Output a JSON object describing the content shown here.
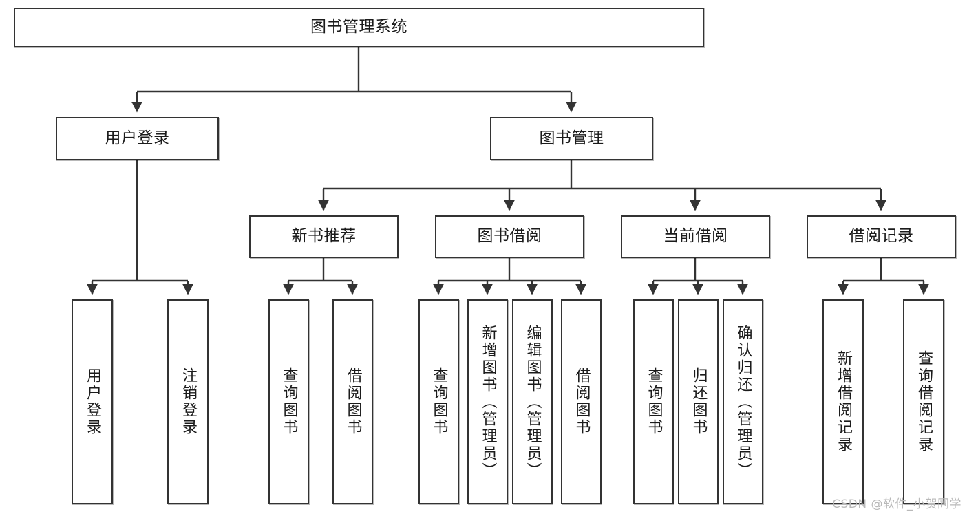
{
  "diagram": {
    "title": "图书管理系统",
    "type": "tree-hierarchy",
    "root": {
      "label": "图书管理系统"
    },
    "level2": [
      {
        "label": "用户登录"
      },
      {
        "label": "图书管理"
      }
    ],
    "level3": [
      {
        "label": "新书推荐"
      },
      {
        "label": "图书借阅"
      },
      {
        "label": "当前借阅"
      },
      {
        "label": "借阅记录"
      }
    ],
    "leaves": [
      {
        "label": "用户登录",
        "parent": "用户登录"
      },
      {
        "label": "注销登录",
        "parent": "用户登录"
      },
      {
        "label": "查询图书",
        "parent": "新书推荐"
      },
      {
        "label": "借阅图书",
        "parent": "新书推荐"
      },
      {
        "label": "查询图书",
        "parent": "图书借阅"
      },
      {
        "label": "新增图书（管理员）",
        "parent": "图书借阅"
      },
      {
        "label": "编辑图书（管理员）",
        "parent": "图书借阅"
      },
      {
        "label": "借阅图书",
        "parent": "图书借阅"
      },
      {
        "label": "查询图书",
        "parent": "当前借阅"
      },
      {
        "label": "归还图书",
        "parent": "当前借阅"
      },
      {
        "label": "确认归还（管理员）",
        "parent": "当前借阅"
      },
      {
        "label": "新增借阅记录",
        "parent": "借阅记录"
      },
      {
        "label": "查询借阅记录",
        "parent": "借阅记录"
      }
    ],
    "colors": {
      "stroke": "#333333",
      "fill": "#ffffff",
      "text": "#1b1b1b",
      "watermark": "#b9b9b9"
    }
  },
  "watermark": {
    "text": "CSDN @软件_小贺同学"
  }
}
